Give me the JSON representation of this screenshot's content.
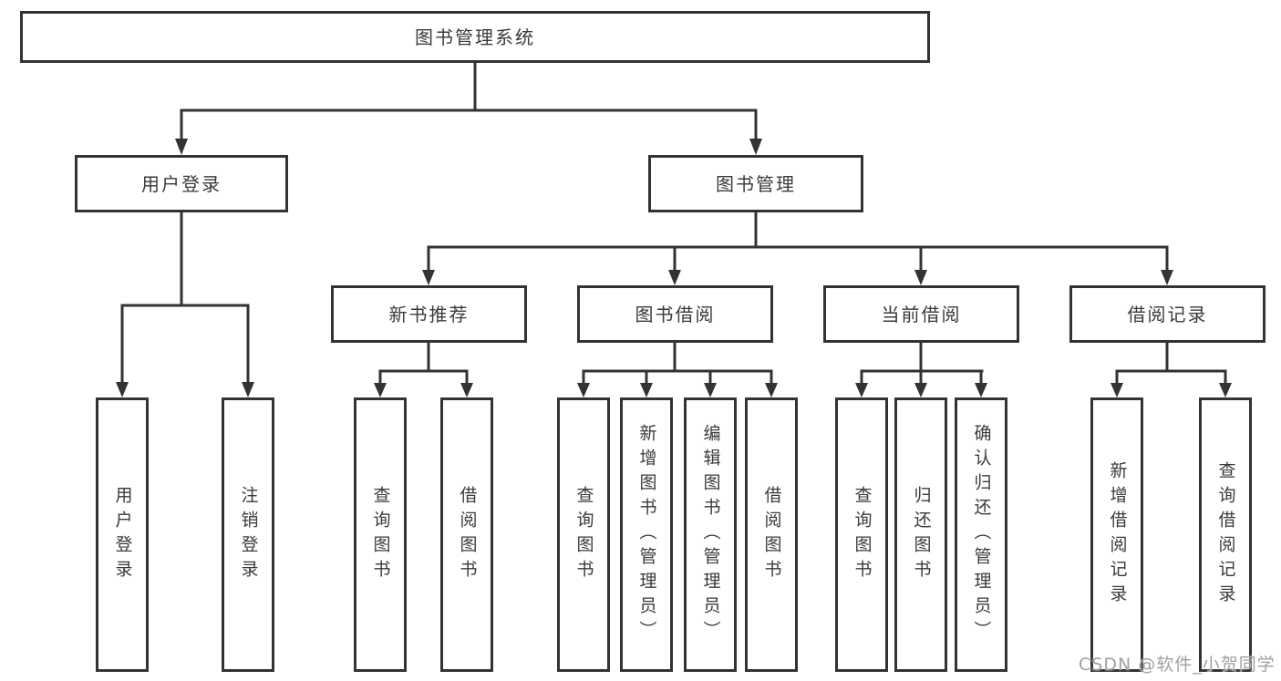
{
  "nodes": {
    "root": {
      "label": "图书管理系统"
    },
    "user_login": {
      "label": "用户登录",
      "children": [
        {
          "label": "用户登录"
        },
        {
          "label": "注销登录"
        }
      ]
    },
    "book_mgmt": {
      "label": "图书管理",
      "children": [
        {
          "label": "新书推荐",
          "children": [
            {
              "label": "查询图书"
            },
            {
              "label": "借阅图书"
            }
          ]
        },
        {
          "label": "图书借阅",
          "children": [
            {
              "label": "查询图书"
            },
            {
              "label": "新增图书（管理员）"
            },
            {
              "label": "编辑图书（管理员）"
            },
            {
              "label": "借阅图书"
            }
          ]
        },
        {
          "label": "当前借阅",
          "children": [
            {
              "label": "查询图书"
            },
            {
              "label": "归还图书"
            },
            {
              "label": "确认归还（管理员）"
            }
          ]
        },
        {
          "label": "借阅记录",
          "children": [
            {
              "label": "新增借阅记录"
            },
            {
              "label": "查询借阅记录"
            }
          ]
        }
      ]
    }
  },
  "watermark": "CSDN @软件_小贺同学",
  "colors": {
    "line": "#333333",
    "text": "#3a3a3a",
    "watermark": "#a0a0a0",
    "background": "#ffffff"
  }
}
